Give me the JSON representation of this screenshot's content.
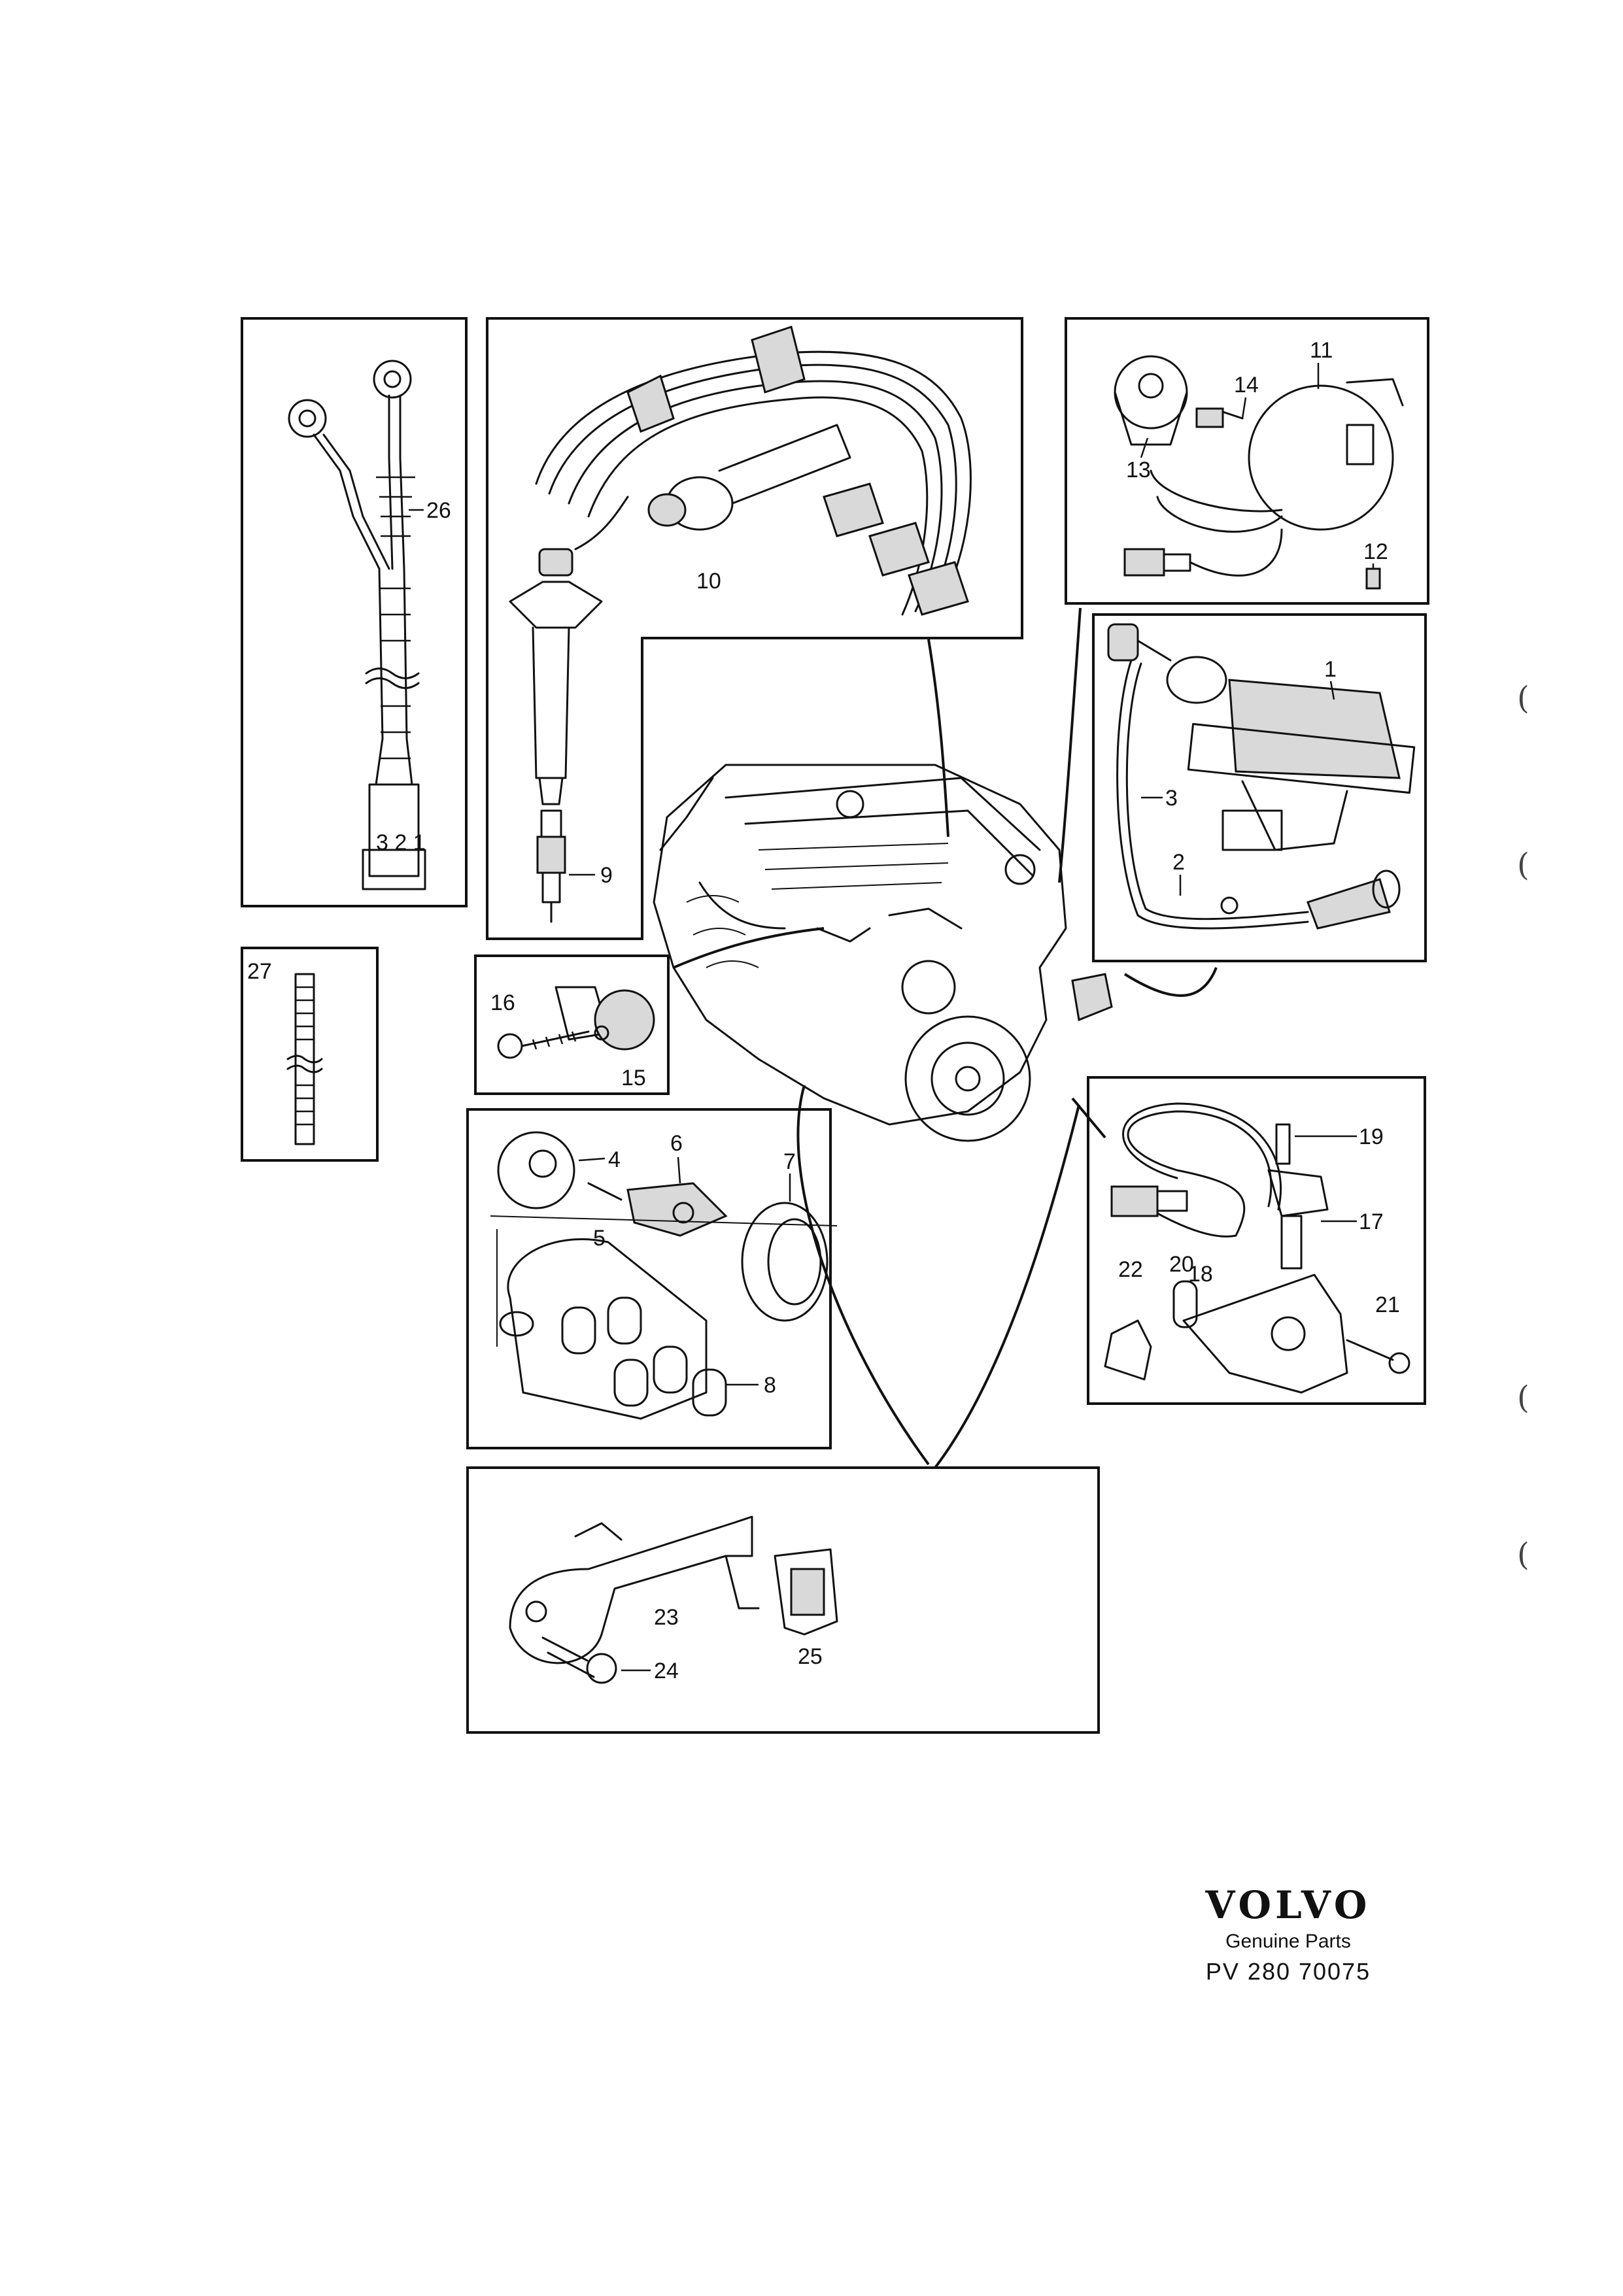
{
  "callouts": {
    "n1": "1",
    "n2": "2",
    "n3": "3",
    "n4": "4",
    "n5": "5",
    "n6": "6",
    "n7": "7",
    "n8": "8",
    "n9": "9",
    "n10": "10",
    "n11": "11",
    "n12": "12",
    "n13": "13",
    "n14": "14",
    "n15": "15",
    "n16": "16",
    "n17": "17",
    "n18": "18",
    "n19": "19",
    "n20": "20",
    "n21": "21",
    "n22": "22",
    "n23": "23",
    "n24": "24",
    "n25": "25",
    "n26": "26",
    "n27": "27"
  },
  "connector_pins": "3 2 1",
  "brand": {
    "logo": "VOLVO",
    "subtitle": "Genuine Parts",
    "code": "PV 280 70075"
  },
  "margin_marks": [
    "(",
    "(",
    "(",
    "("
  ]
}
